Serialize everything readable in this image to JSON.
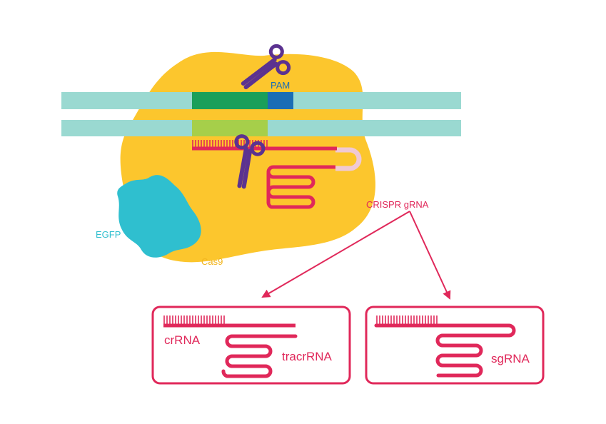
{
  "labels": {
    "pam": "PAM",
    "egfp": "EGFP",
    "cas9": "Cas9",
    "crispr_grna": "CRISPR gRNA",
    "crrna": "crRNA",
    "tracrrna": "tracrRNA",
    "sgrna": "sgRNA"
  },
  "colors": {
    "cas9": "#fcc62d",
    "egfp": "#2fbfcf",
    "dna_strand": "#9ad9d1",
    "target_top": "#1a9f5a",
    "pam": "#1a6db5",
    "target_bottom": "#a6cf4a",
    "rna": "#e0285a",
    "loop": "#f0c9d4",
    "scissors": "#5b3290",
    "pam_text": "#1a6db5",
    "egfp_text": "#2fbfcf",
    "cas9_text": "#f2b51e",
    "label_text": "#e0285a"
  },
  "icons": [
    "scissors-icon",
    "scissors-icon"
  ]
}
